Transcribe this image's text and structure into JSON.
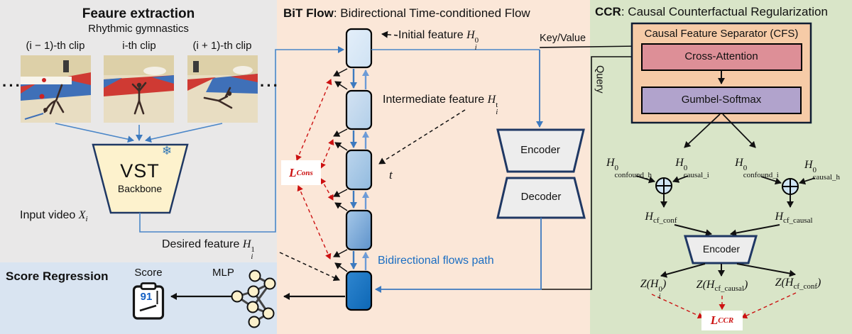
{
  "colors": {
    "left_bg": "#e9e8e8",
    "bitflow_bg": "#fbe7d8",
    "ccr_bg": "#d9e5c8",
    "score_bg": "#d9e4f1",
    "flow_box_dark_blue": "#1172c0",
    "arrow_blue": "#3d7abf",
    "loss_red": "#cc1111",
    "cfs_orange": "#f6cba7",
    "cross_attention_pink": "#dd8f97",
    "gumbel_purple": "#b1a3cc",
    "vst_cream": "#fdf2cd",
    "score_value_blue": "#1460c4",
    "path_label_blue": "#1b6ec2"
  },
  "feature_extraction": {
    "title": "Feaure extraction",
    "subtitle": "Rhythmic gymnastics",
    "clip_labels": [
      "(i − 1)-th clip",
      "i-th clip",
      "(i + 1)-th clip"
    ],
    "ellipsis": "···",
    "input_video": {
      "text": "Input video ",
      "var": "X",
      "sub": "i"
    },
    "vst": {
      "name": "VST",
      "sub": "Backbone",
      "snowflake": "❄"
    },
    "desired_feature": {
      "text": "Desired feature ",
      "var": "H",
      "sup": "1",
      "sub": "i"
    }
  },
  "score_regression": {
    "title": "Score Regression",
    "score_label": "Score",
    "score_value": "91",
    "mlp_label": "MLP"
  },
  "bit_flow": {
    "title_bold": "BiT Flow",
    "title_rest": ": Bidirectional Time-conditioned Flow",
    "initial_feature": {
      "text": "Initial feature ",
      "var": "H",
      "sup": "0",
      "sub": "i"
    },
    "intermediate_feature": {
      "text": "Intermediate feature ",
      "var": "H",
      "sup": "t",
      "sub": "i"
    },
    "t_label": "t",
    "l_cons": {
      "var": "L",
      "sub": "Cons"
    },
    "path_label": "Bidirectional flows path",
    "encoder": "Encoder",
    "decoder": "Decoder",
    "key_value": "Key/Value",
    "query": "Query"
  },
  "ccr": {
    "title_bold": "CCR",
    "title_rest": ": Causal Counterfactual Regularization",
    "cfs_title": "Causal Feature Separator (CFS)",
    "cross_attention": "Cross-Attention",
    "gumbel": "Gumbel-Softmax",
    "h_nodes": [
      {
        "var": "H",
        "sup": "0",
        "sub": "confound_h"
      },
      {
        "var": "H",
        "sup": "0",
        "sub": "causal_i"
      },
      {
        "var": "H",
        "sup": "0",
        "sub": "confound_i"
      },
      {
        "var": "H",
        "sup": "0",
        "sub": "causal_h"
      }
    ],
    "h_cf_conf": {
      "var": "H",
      "sub": "cf_conf"
    },
    "h_cf_causal": {
      "var": "H",
      "sub": "cf_causal"
    },
    "encoder": "Encoder",
    "z_nodes": [
      {
        "pre": "Z(",
        "var": "H",
        "sup": "0",
        "sub": "i",
        "post": ")"
      },
      {
        "pre": "Z(",
        "var": "H",
        "sub": "cf_causal",
        "post": ")"
      },
      {
        "pre": "Z(",
        "var": "H",
        "sub": "cf_conf",
        "post": ")"
      }
    ],
    "l_ccr": {
      "var": "L",
      "sub": "CCR"
    }
  }
}
